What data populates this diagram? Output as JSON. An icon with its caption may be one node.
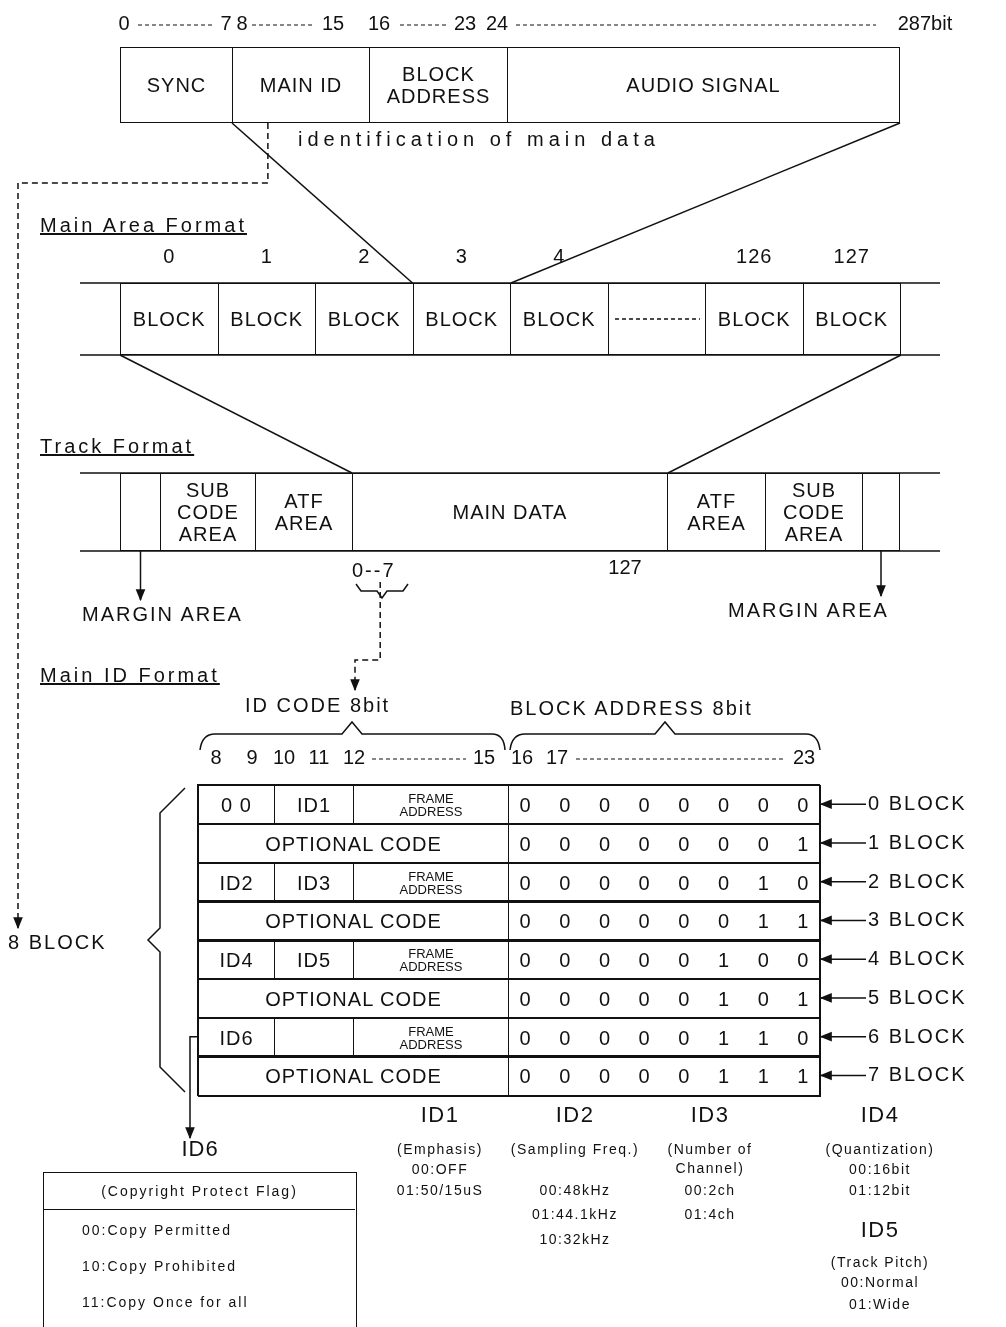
{
  "diagram": {
    "nodes": [
      {
        "text": [
          "SYNC"
        ]
      },
      {
        "text": [
          "MAIN ID"
        ]
      },
      {
        "text": [
          "BLOCK ADDRESS"
        ]
      },
      {
        "text": [
          "AUDIO SIGNAL"
        ]
      },
      {
        "text": [
          "BLOCK"
        ],
        "beside": [
          "0"
        ]
      },
      {
        "text": [
          "BLOCK"
        ],
        "beside": [
          "1"
        ]
      },
      {
        "text": [
          "BLOCK"
        ],
        "beside": [
          "2"
        ]
      },
      {
        "text": [
          "BLOCK"
        ],
        "beside": [
          "3"
        ]
      },
      {
        "text": [
          "BLOCK"
        ],
        "beside": [
          "4"
        ]
      },
      {
        "text": [],
        "shape": "box"
      },
      {
        "text": [
          "BLOCK"
        ],
        "beside": [
          "126"
        ]
      },
      {
        "text": [
          "BLOCK"
        ],
        "beside": [
          "127"
        ]
      },
      {
        "text": [],
        "shape": "box"
      },
      {
        "text": [
          "SUB CODE AREA"
        ]
      },
      {
        "text": [
          "ATF AREA"
        ]
      },
      {
        "text": [
          "MAIN DATA"
        ]
      },
      {
        "text": [
          "ATF AREA"
        ]
      },
      {
        "text": [
          "SUB CODE AREA"
        ]
      },
      {
        "text": [],
        "shape": "box"
      },
      {
        "text": [
          "MARGIN AREA"
        ]
      },
      {
        "text": [
          "0--7"
        ]
      },
      {
        "text": [
          "MARGIN AREA"
        ]
      },
      {
        "text": [
          "ID CODE 8bit"
        ]
      },
      {
        "text": [
          "8 BLOCK"
        ]
      },
      {
        "text": [],
        "shape": "box"
      },
      {
        "text": [
          "0 0"
        ],
        "in": 24
      },
      {
        "text": [
          "ID1"
        ],
        "in": 24
      },
      {
        "text": [
          "FRAME ADDRESS"
        ],
        "in": 24
      },
      {
        "text": [
          "0 0 0 0 0 0 0 0"
        ],
        "in": 24
      },
      {
        "text": [],
        "shape": "box"
      },
      {
        "text": [
          "OPTIONAL CODE"
        ],
        "in": 29
      },
      {
        "text": [
          "0 0 0 0 0 0 0 1"
        ],
        "in": 29
      },
      {
        "text": [],
        "shape": "box"
      },
      {
        "text": [
          "ID2"
        ],
        "in": 32
      },
      {
        "text": [
          "ID3"
        ],
        "in": 32
      },
      {
        "text": [
          "FRAME ADDRESS"
        ],
        "in": 32
      },
      {
        "text": [
          "0 0 0 0 0 0 1 0"
        ],
        "in": 32
      },
      {
        "text": [],
        "shape": "box"
      },
      {
        "text": [
          "OPTIONAL CODE"
        ],
        "in": 37
      },
      {
        "text": [
          "0 0 0 0 0 0 1 1"
        ],
        "in": 37
      },
      {
        "text": [],
        "shape": "box"
      },
      {
        "text": [
          "ID4"
        ],
        "in": 40
      },
      {
        "text": [
          "ID5"
        ],
        "in": 40
      },
      {
        "text": [
          "FRAME ADDRESS"
        ],
        "in": 40
      },
      {
        "text": [
          "0 0 0 0 0 1 0 0"
        ],
        "in": 40
      },
      {
        "text": [],
        "shape": "box"
      },
      {
        "text": [
          "OPTIONAL CODE"
        ],
        "in": 45
      },
      {
        "text": [
          "0 0 0 0 0 1 0 1"
        ],
        "in": 45
      },
      {
        "text": [],
        "shape": "box"
      },
      {
        "text": [
          "ID6"
        ],
        "in": 48
      },
      {
        "text": [],
        "shape": "box",
        "in": 48
      },
      {
        "text": [
          "FRAME ADDRESS"
        ],
        "in": 48
      },
      {
        "text": [
          "0 0 0 0 0 1 1 0"
        ],
        "in": 48
      },
      {
        "text": [],
        "shape": "box"
      },
      {
        "text": [
          "OPTIONAL CODE"
        ],
        "in": 53
      },
      {
        "text": [
          "0 0 0 0 0 1 1 1"
        ],
        "in": 53
      },
      {
        "text": [
          "0 BLOCK"
        ]
      },
      {
        "text": [
          "1 BLOCK"
        ]
      },
      {
        "text": [
          "2 BLOCK"
        ]
      },
      {
        "text": [
          "3 BLOCK"
        ]
      },
      {
        "text": [
          "4 BLOCK"
        ]
      },
      {
        "text": [
          "5 BLOCK"
        ]
      },
      {
        "text": [
          "6 BLOCK"
        ]
      },
      {
        "text": [
          "7 BLOCK"
        ]
      },
      {
        "text": [
          "ID6",
          "(Copyright Protect Flag)",
          "00:Copy Permitted",
          "10:Copy Prohibited",
          "11:Copy Once for all"
        ]
      }
    ],
    "edges": [
      {
        "from": 1,
        "to": 7,
        "arrow": "none"
      },
      {
        "from": 3,
        "to": 7,
        "arrow": "none"
      },
      {
        "from": 4,
        "to": 15,
        "arrow": "none"
      },
      {
        "from": 11,
        "to": 15,
        "arrow": "none"
      },
      {
        "from": 12,
        "to": 19,
        "arrow": "to"
      },
      {
        "from": 18,
        "to": 21,
        "arrow": "to"
      },
      {
        "from": 1,
        "to": 23,
        "arrow": "to",
        "style": "dashed"
      },
      {
        "from": 20,
        "to": 22,
        "arrow": "to",
        "style": "dashed"
      },
      {
        "from": 56,
        "to": 24,
        "arrow": "to"
      },
      {
        "from": 57,
        "to": 29,
        "arrow": "to"
      },
      {
        "from": 58,
        "to": 32,
        "arrow": "to"
      },
      {
        "from": 59,
        "to": 37,
        "arrow": "to"
      },
      {
        "from": 60,
        "to": 40,
        "arrow": "to"
      },
      {
        "from": 61,
        "to": 45,
        "arrow": "to"
      },
      {
        "from": 62,
        "to": 48,
        "arrow": "to"
      },
      {
        "from": 63,
        "to": 53,
        "arrow": "to"
      },
      {
        "from": 49,
        "to": 64,
        "arrow": "to"
      }
    ],
    "labels": [
      "0",
      "7",
      "8",
      "15",
      "16",
      "23",
      "24",
      "287bit",
      "identification of main data",
      "Main Area Format",
      "Track Format",
      "127",
      "Main ID Format",
      "BLOCK ADDRESS 8bit",
      "8",
      "9",
      "10",
      "11",
      "12",
      "15",
      "16",
      "17",
      "23",
      "ID1",
      "(Emphasis)",
      "00:OFF",
      "01:50/15uS",
      "ID2",
      "(Sampling Freq.)",
      "00:48kHz",
      "01:44.1kHz",
      "10:32kHz",
      "ID3",
      "(Number of Channel)",
      "00:2ch",
      "01:4ch",
      "ID4",
      "(Quantization)",
      "00:16bit",
      "01:12bit",
      "ID5",
      "(Track Pitch)",
      "00:Normal",
      "01:Wide"
    ]
  }
}
